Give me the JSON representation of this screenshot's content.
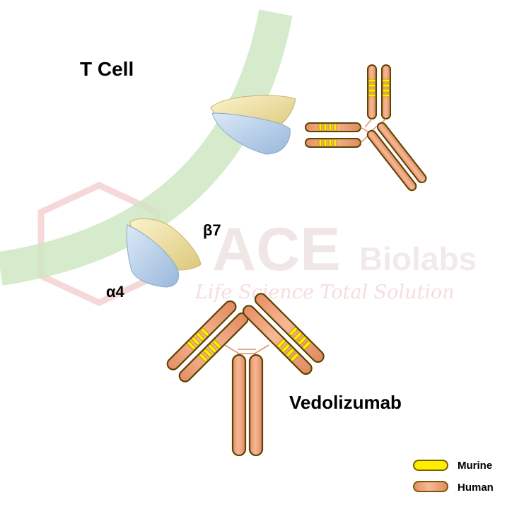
{
  "labels": {
    "cell": "T Cell",
    "beta": "β7",
    "alpha": "α4",
    "antibody": "Vedolizumab"
  },
  "legend": {
    "murine": "Murine",
    "human": "Human"
  },
  "watermark": {
    "brand_main": "ACE",
    "brand_sub": "Biolabs",
    "tagline": "Life Science Total Solution"
  },
  "colors": {
    "membrane": "#d6ebcb",
    "integrin_alpha": "#b9d4ee",
    "integrin_beta": "#efe3a5",
    "human_domain": "#f4a882",
    "murine_domain": "#ffee00",
    "outline": "#7a5a00",
    "watermark": "#e8c9c9"
  },
  "icons": [
    "hexagon-logo-icon",
    "integrin-alpha4-icon",
    "integrin-beta7-icon",
    "antibody-icon"
  ]
}
